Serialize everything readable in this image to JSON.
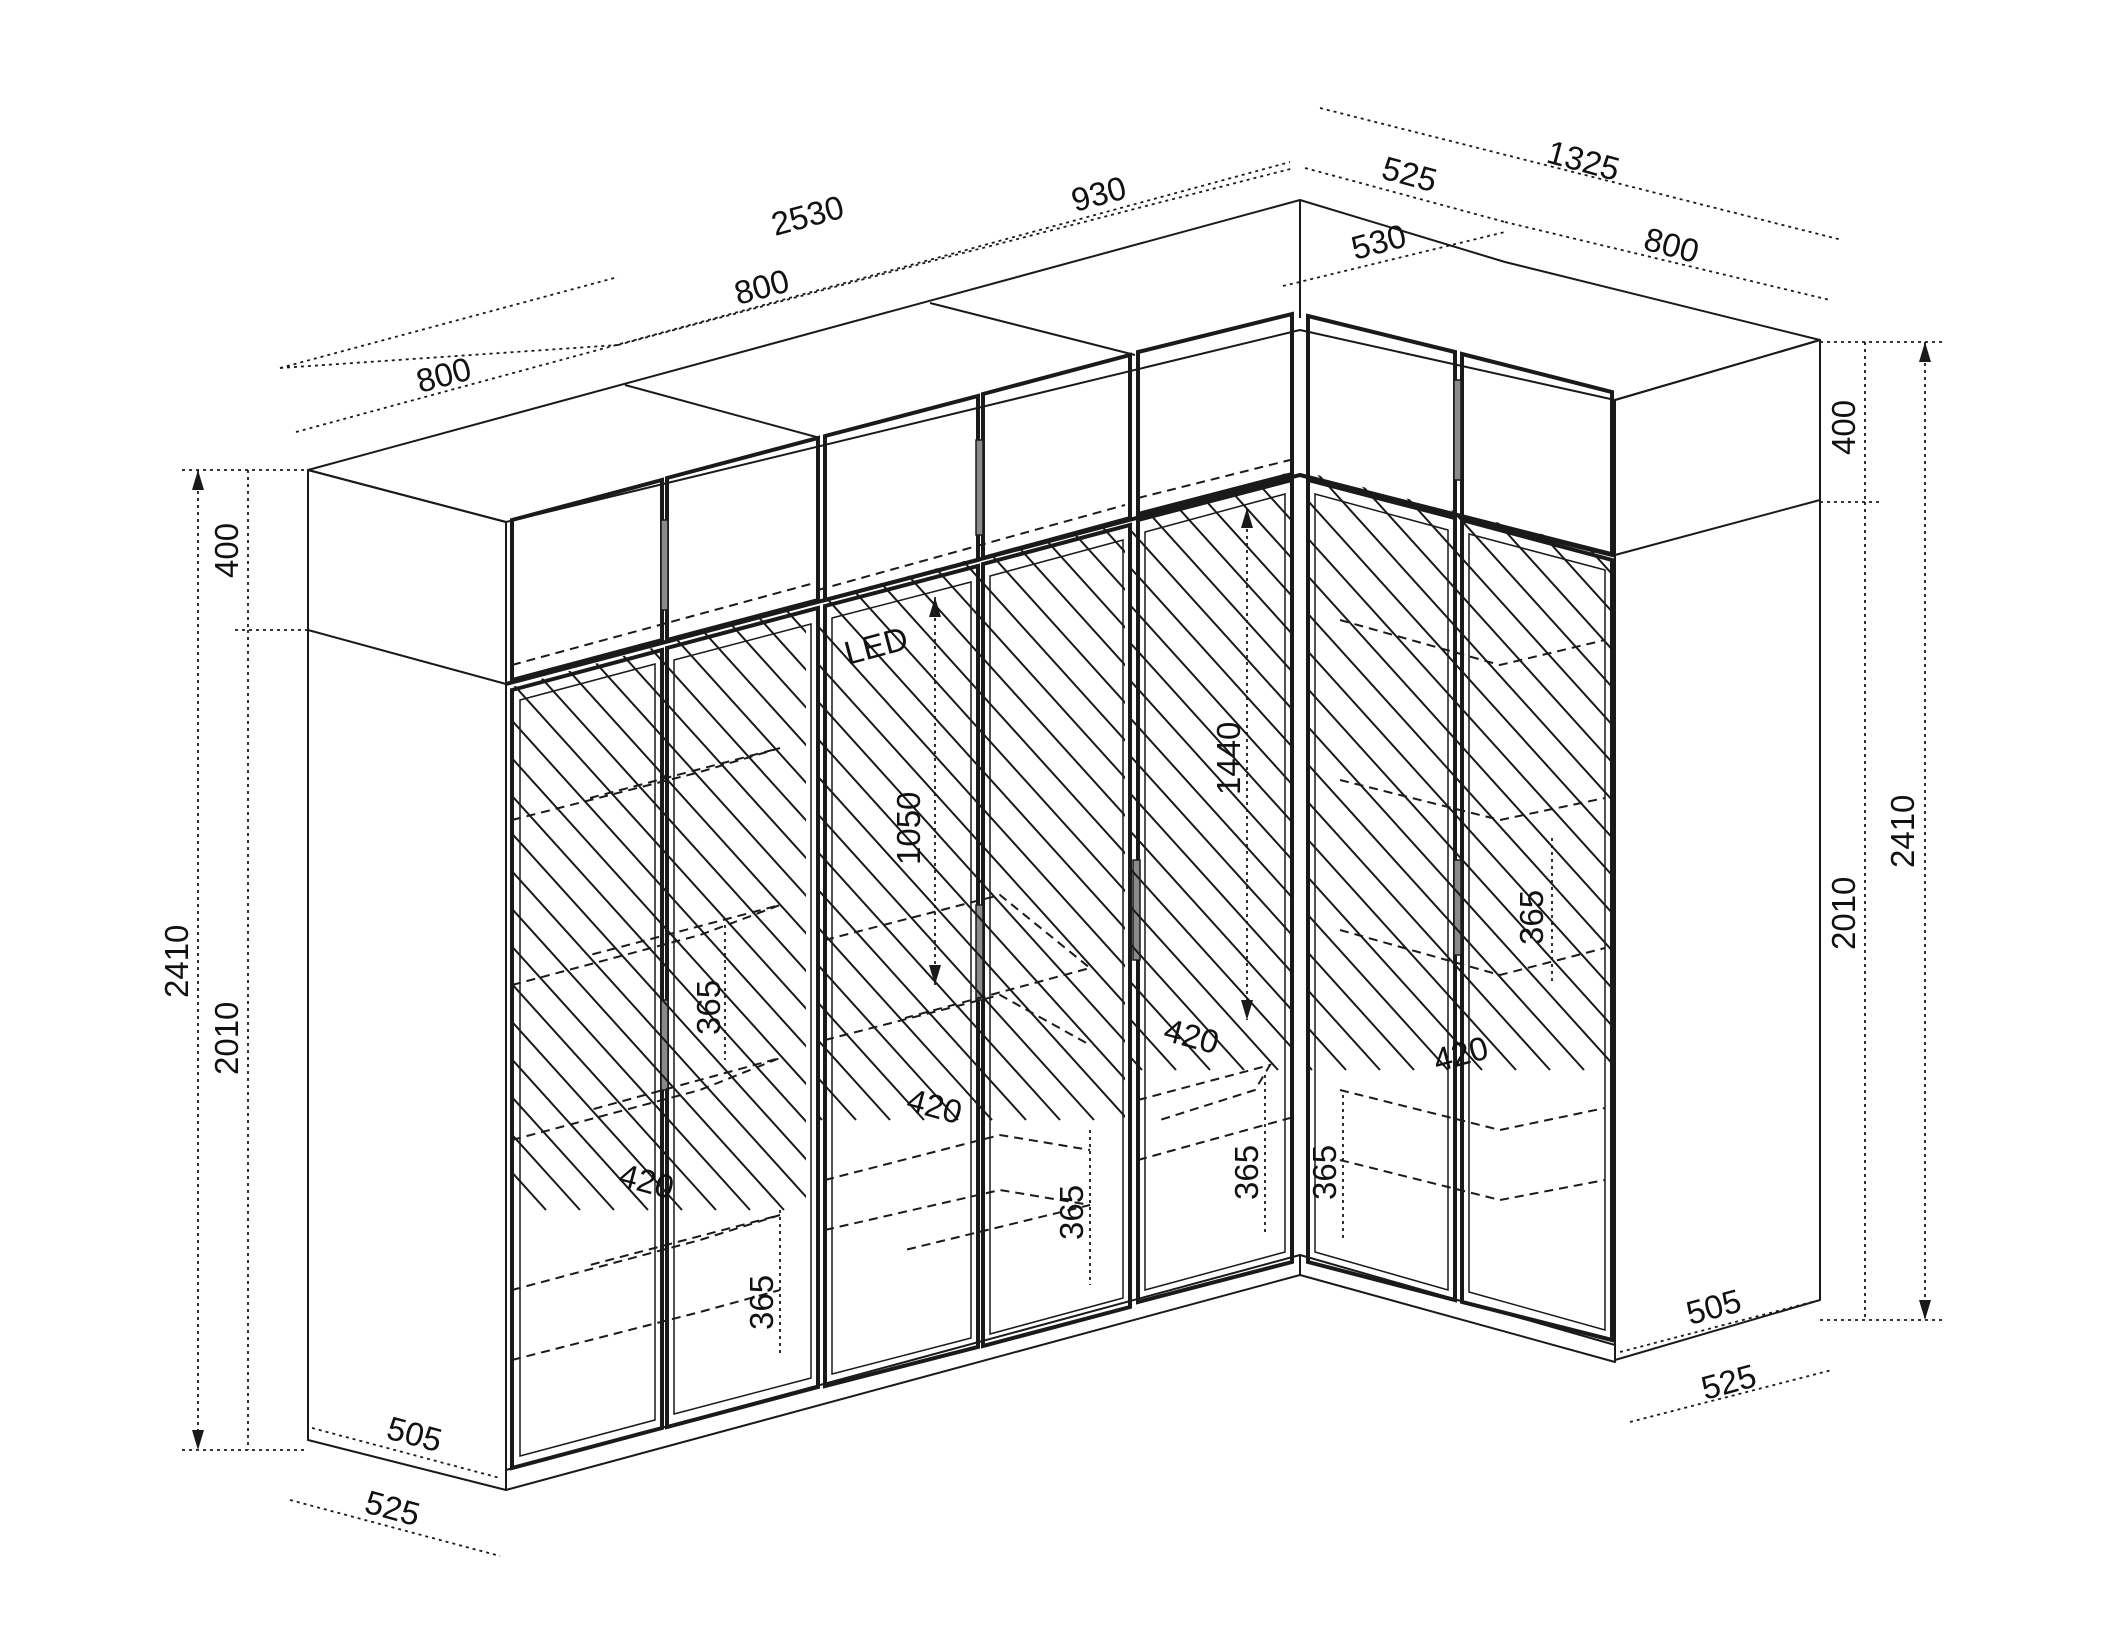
{
  "dimensions": {
    "back_total": "2530",
    "back_section_1": "800",
    "back_section_2": "800",
    "back_section_3": "930",
    "side_total": "1325",
    "side_section_1": "525",
    "side_section_2": "800",
    "corner_depth": "530",
    "left_height_total": "2410",
    "left_height_lower": "2010",
    "left_height_upper": "400",
    "right_height_total": "2410",
    "right_height_lower": "2010",
    "right_height_upper": "400",
    "left_depth_inner": "505",
    "left_depth_outer": "525",
    "right_depth_inner": "505",
    "right_depth_outer": "525",
    "interior_heights": [
      "1050",
      "1440"
    ],
    "shelf_spacing": [
      "365",
      "365",
      "365",
      "365",
      "365",
      "365"
    ],
    "shelf_depth": [
      "420",
      "420",
      "420",
      "420"
    ]
  },
  "labels": {
    "led": "LED"
  }
}
